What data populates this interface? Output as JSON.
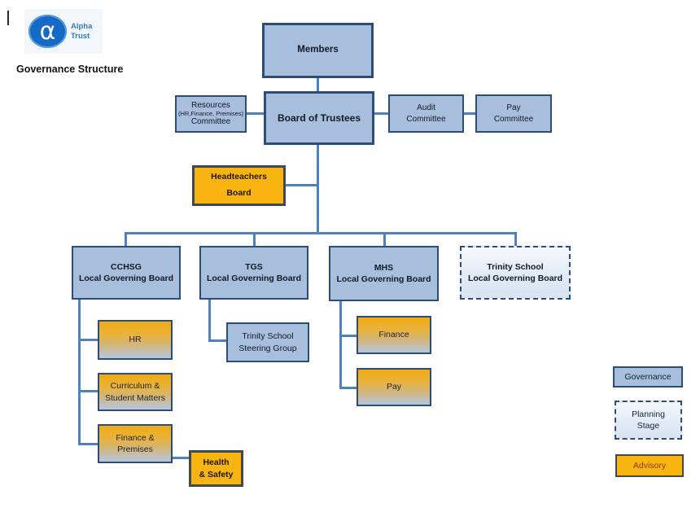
{
  "colors": {
    "gov_fill": "#a7bedd",
    "gov_border": "#2d4d77",
    "line_color": "#4f81bd",
    "adv_fill": "#f8b410",
    "adv_border": "#3e4953"
  },
  "header": {
    "logo_alpha": "α",
    "logo_name": "Alpha\nTrust",
    "title": "Governance Structure"
  },
  "nodes": {
    "members": "Members",
    "board_of_trustees": "Board of Trustees",
    "resources_committee": {
      "line1": "Resources",
      "line2": "(HR,Finance, Premises)",
      "line3": "Committee"
    },
    "audit_committee": "Audit\nCommittee",
    "pay_committee": "Pay\nCommittee",
    "headteachers_board": "Headteachers\nBoard",
    "cchsg_board": "CCHSG\nLocal Governing Board",
    "tgs_board": "TGS\nLocal Governing Board",
    "mhs_board": "MHS\nLocal Governing Board",
    "trinity_board": "Trinity School\nLocal Governing Board",
    "hr": "HR",
    "curriculum": "Curriculum &\nStudent Matters",
    "finance_premises": "Finance &\nPremises",
    "health_safety": "Health\n& Safety",
    "steering_group": "Trinity School\nSteering Group",
    "mhs_finance": "Finance",
    "mhs_pay": "Pay"
  },
  "legend": {
    "governance": "Governance",
    "planning_stage": "Planning\nStage",
    "advisory": "Advisory"
  }
}
